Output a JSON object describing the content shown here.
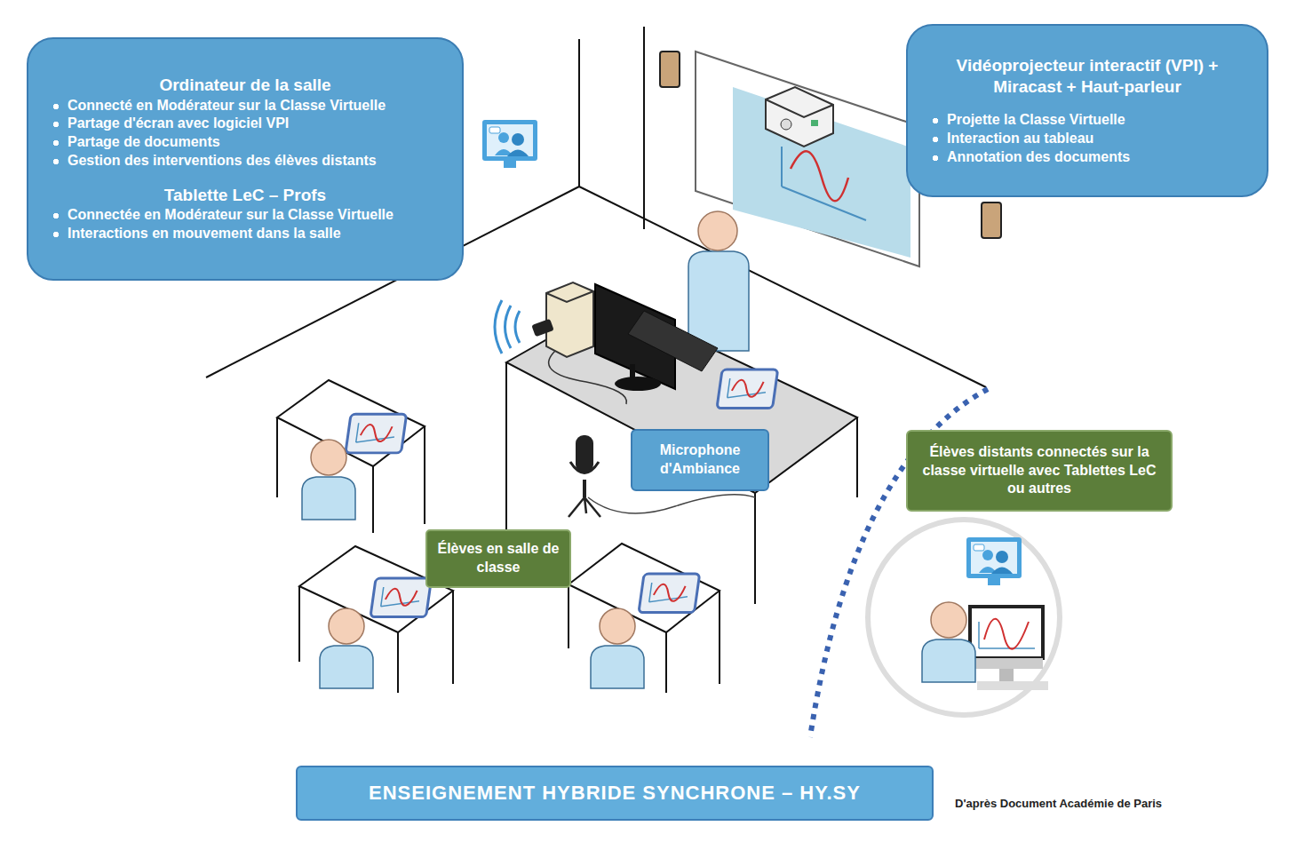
{
  "diagram": {
    "nodes": [
      {
        "text": [
          "Ordinateur de la salle",
          "Connecté en Modérateur sur la Classe Virtuelle",
          "Partage d'écran avec logiciel VPI",
          "Partage de documents",
          "Gestion des interventions des élèves distants",
          "Tablette LeC – Profs",
          "Connectée en Modérateur sur la Classe Virtuelle",
          "Interactions en mouvement dans la salle"
        ]
      },
      {
        "text": [
          "Vidéoprojecteur interactif (VPI) + Miracast + Haut-parleur",
          "Projette la Classe Virtuelle",
          "Interaction au tableau",
          "Annotation des documents"
        ]
      },
      {
        "text": [
          "Microphone d'Ambiance"
        ]
      },
      {
        "text": [
          "Élèves en salle de classe"
        ]
      },
      {
        "text": [
          "Élèves distants connectés sur la classe virtuelle avec Tablettes LeC ou autres"
        ]
      },
      {
        "text": [
          "ENSEIGNEMENT HYBRIDE SYNCHRONE – HY.SY"
        ]
      }
    ],
    "labels": [
      "D'après Document Académie de Paris"
    ]
  }
}
